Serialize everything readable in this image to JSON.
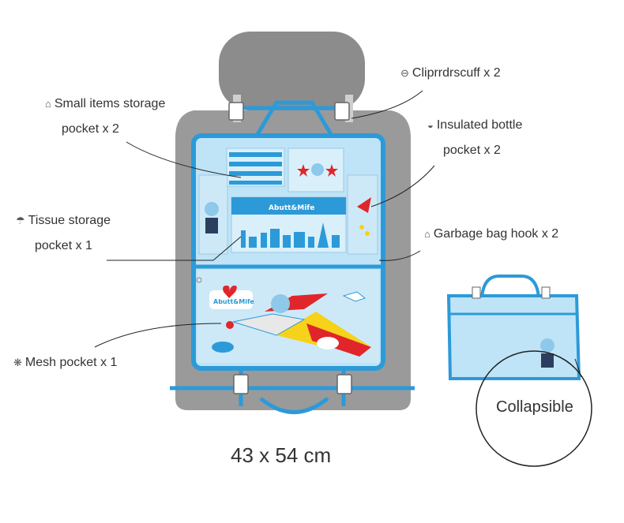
{
  "features": {
    "cupholder": {
      "icon": "bucket-icon",
      "text": "Cliprrdrscuff  x 2"
    },
    "small_items": {
      "icon": "basket-icon",
      "line1": "Small items storage",
      "line2": "pocket x 2"
    },
    "bottle": {
      "icon": "bowl-icon",
      "line1": "Insulated bottle",
      "line2": "pocket x 2"
    },
    "tissue": {
      "icon": "umbrella-icon",
      "line1": "Tissue storage",
      "line2": "pocket x 1"
    },
    "garbage": {
      "icon": "basket-icon",
      "text": "Garbage bag hook x 2"
    },
    "mesh": {
      "icon": "snowflake-icon",
      "text": "Mesh pocket x 1"
    }
  },
  "dimensions": "43 x 54 cm",
  "collapsible": "Collapsible",
  "brand": {
    "front_pocket": "Abutt&Mife",
    "mesh_badge": "Abutt&Mife"
  },
  "colors": {
    "frame_blue": "#2c9ad8",
    "panel_light": "#bfe4f7",
    "seat_gray": "#9a9a9a",
    "headrest_gray": "#8c8c8c",
    "accent_red": "#e0262b",
    "accent_yellow": "#f6d21a"
  }
}
